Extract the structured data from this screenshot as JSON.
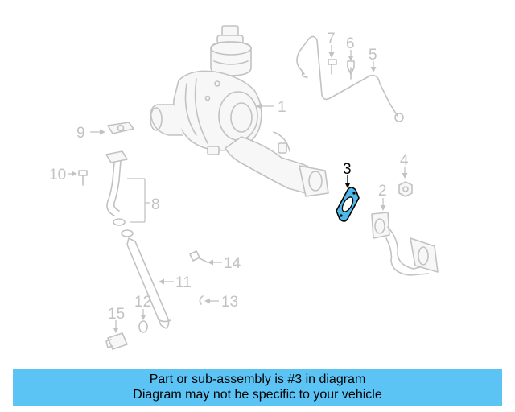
{
  "callouts": {
    "c1": "1",
    "c2": "2",
    "c3": "3",
    "c4": "4",
    "c5": "5",
    "c6": "6",
    "c7": "7",
    "c8": "8",
    "c9": "9",
    "c10": "10",
    "c11": "11",
    "c12": "12",
    "c13": "13",
    "c14": "14",
    "c15": "15"
  },
  "highlighted_part": "3",
  "colors": {
    "highlight": "#4fb8e8",
    "banner": "#5cc3f5",
    "line": "#c2c2c2"
  },
  "banner": {
    "line1": "Part or sub-assembly is #3 in diagram",
    "line2": "Diagram may not be specific to your vehicle"
  }
}
